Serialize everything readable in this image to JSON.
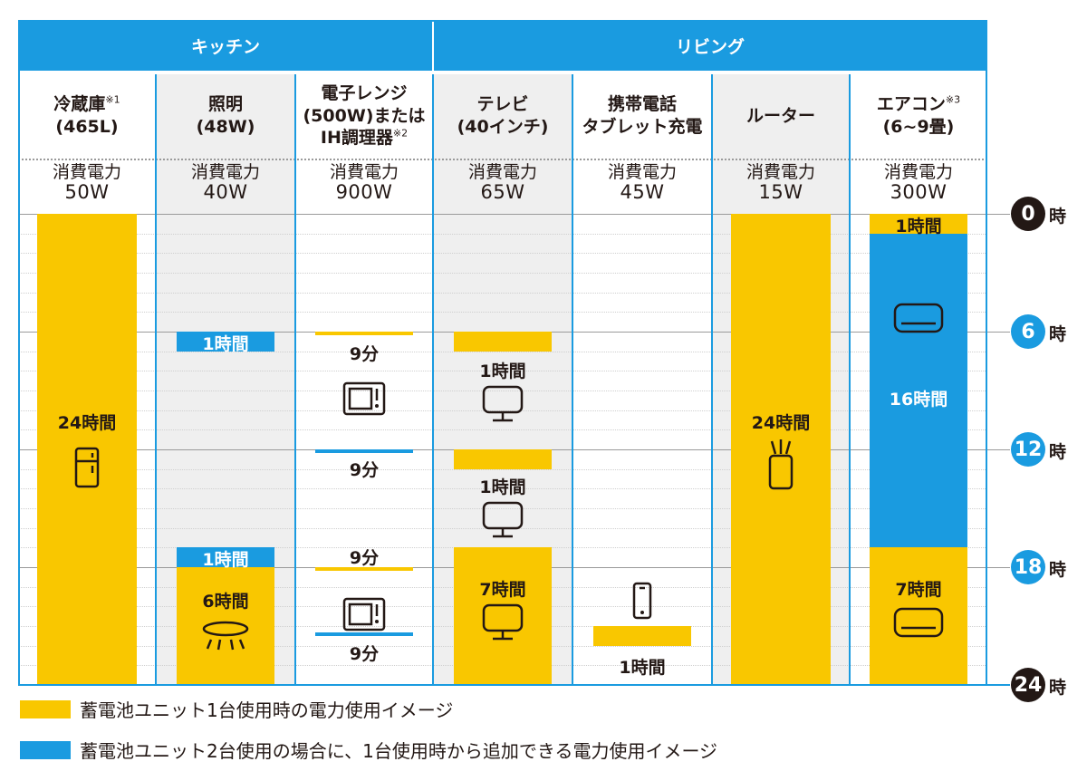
{
  "header": {
    "groups": [
      {
        "label": "キッチン"
      },
      {
        "label": "リビング"
      }
    ]
  },
  "columns": [
    {
      "name_lines": [
        "冷蔵庫",
        "(465L)"
      ],
      "note": "※1",
      "power_label": "消費電力",
      "power_value": "50W"
    },
    {
      "name_lines": [
        "照明",
        "(48W)"
      ],
      "note": "",
      "power_label": "消費電力",
      "power_value": "40W"
    },
    {
      "name_lines": [
        "電子レンジ",
        "(500W)または",
        "IH調理器"
      ],
      "note": "※2",
      "power_label": "消費電力",
      "power_value": "900W"
    },
    {
      "name_lines": [
        "テレビ",
        "(40インチ)"
      ],
      "note": "",
      "power_label": "消費電力",
      "power_value": "65W"
    },
    {
      "name_lines": [
        "携帯電話",
        "タブレット充電"
      ],
      "note": "",
      "power_label": "消費電力",
      "power_value": "45W"
    },
    {
      "name_lines": [
        "ルーター"
      ],
      "note": "",
      "power_label": "消費電力",
      "power_value": "15W"
    },
    {
      "name_lines": [
        "エアコン",
        "(6~9畳)"
      ],
      "note": "※3",
      "power_label": "消費電力",
      "power_value": "300W"
    }
  ],
  "time_axis": {
    "ticks": [
      {
        "value": 0,
        "label": "0",
        "color": "#231815"
      },
      {
        "value": 6,
        "label": "6",
        "color": "#1a9be0"
      },
      {
        "value": 12,
        "label": "12",
        "color": "#1a9be0"
      },
      {
        "value": 18,
        "label": "18",
        "color": "#1a9be0"
      },
      {
        "value": 24,
        "label": "24",
        "color": "#231815"
      }
    ],
    "suffix": "時"
  },
  "legend": [
    {
      "label": "蓄電池ユニット1台使用時の電力使用イメージ",
      "color": "#f9c700"
    },
    {
      "label": "蓄電池ユニット2台使用の場合に、1台使用時から追加できる電力使用イメージ",
      "color": "#1a9be0"
    }
  ],
  "colors": {
    "accent": "#1a9be0",
    "yellow": "#f9c700",
    "background_shade": "#efefef"
  },
  "chart_data": {
    "type": "bar",
    "y_axis": {
      "unit": "時",
      "range": [
        0,
        24
      ],
      "ticks": [
        0,
        6,
        12,
        18,
        24
      ]
    },
    "series": [
      {
        "name": "蓄電池ユニット1台使用時の電力使用イメージ",
        "color": "#f9c700"
      },
      {
        "name": "蓄電池ユニット2台使用の場合に、1台使用時から追加できる電力使用イメージ",
        "color": "#1a9be0"
      }
    ],
    "segments": [
      {
        "column": 0,
        "series": 0,
        "start": 0,
        "end": 24
      },
      {
        "column": 1,
        "series": 1,
        "start": 6,
        "end": 7
      },
      {
        "column": 1,
        "series": 1,
        "start": 17,
        "end": 18
      },
      {
        "column": 1,
        "series": 0,
        "start": 18,
        "end": 24
      },
      {
        "column": 2,
        "series": 0,
        "start": 6,
        "end": 6.15
      },
      {
        "column": 2,
        "series": 1,
        "start": 12,
        "end": 12.15
      },
      {
        "column": 2,
        "series": 0,
        "start": 18,
        "end": 18.15
      },
      {
        "column": 2,
        "series": 1,
        "start": 21.3,
        "end": 21.45
      },
      {
        "column": 3,
        "series": 0,
        "start": 6,
        "end": 7
      },
      {
        "column": 3,
        "series": 0,
        "start": 12,
        "end": 13
      },
      {
        "column": 3,
        "series": 0,
        "start": 17,
        "end": 24
      },
      {
        "column": 4,
        "series": 0,
        "start": 21,
        "end": 22
      },
      {
        "column": 5,
        "series": 0,
        "start": 0,
        "end": 24
      },
      {
        "column": 6,
        "series": 0,
        "start": 0,
        "end": 1
      },
      {
        "column": 6,
        "series": 1,
        "start": 1,
        "end": 17
      },
      {
        "column": 6,
        "series": 0,
        "start": 17,
        "end": 24
      }
    ],
    "labels": [
      {
        "column": 0,
        "text": "24時間",
        "at": 10.5
      },
      {
        "column": 1,
        "text": "1時間",
        "at": 6.5
      },
      {
        "column": 1,
        "text": "1時間",
        "at": 17.5
      },
      {
        "column": 1,
        "text": "6時間",
        "at": 19.6
      },
      {
        "column": 2,
        "text": "9分",
        "at": 7.0
      },
      {
        "column": 2,
        "text": "9分",
        "at": 12.9
      },
      {
        "column": 2,
        "text": "9分",
        "at": 17.4
      },
      {
        "column": 2,
        "text": "9分",
        "at": 22.3
      },
      {
        "column": 3,
        "text": "1時間",
        "at": 7.9
      },
      {
        "column": 3,
        "text": "1時間",
        "at": 13.8
      },
      {
        "column": 3,
        "text": "7時間",
        "at": 19.0
      },
      {
        "column": 4,
        "text": "1時間",
        "at": 23.0
      },
      {
        "column": 5,
        "text": "24時間",
        "at": 10.5
      },
      {
        "column": 6,
        "text": "1時間",
        "at": 0.5
      },
      {
        "column": 6,
        "text": "16時間",
        "at": 9.3
      },
      {
        "column": 6,
        "text": "7時間",
        "at": 19.0
      }
    ],
    "icons": [
      {
        "column": 0,
        "icon": "refrigerator-icon",
        "at": 12.9
      },
      {
        "column": 1,
        "icon": "ceiling-light-icon",
        "at": 21.5
      },
      {
        "column": 2,
        "icon": "microwave-icon",
        "at": 9.4
      },
      {
        "column": 2,
        "icon": "microwave-icon",
        "at": 20.4
      },
      {
        "column": 3,
        "icon": "tv-icon",
        "at": 9.7
      },
      {
        "column": 3,
        "icon": "tv-icon",
        "at": 15.6
      },
      {
        "column": 3,
        "icon": "tv-icon",
        "at": 20.8
      },
      {
        "column": 4,
        "icon": "smartphone-icon",
        "at": 19.7
      },
      {
        "column": 5,
        "icon": "router-icon",
        "at": 12.8
      },
      {
        "column": 6,
        "icon": "air-conditioner-icon",
        "at": 5.3
      },
      {
        "column": 6,
        "icon": "air-conditioner-icon",
        "at": 20.8
      }
    ]
  }
}
